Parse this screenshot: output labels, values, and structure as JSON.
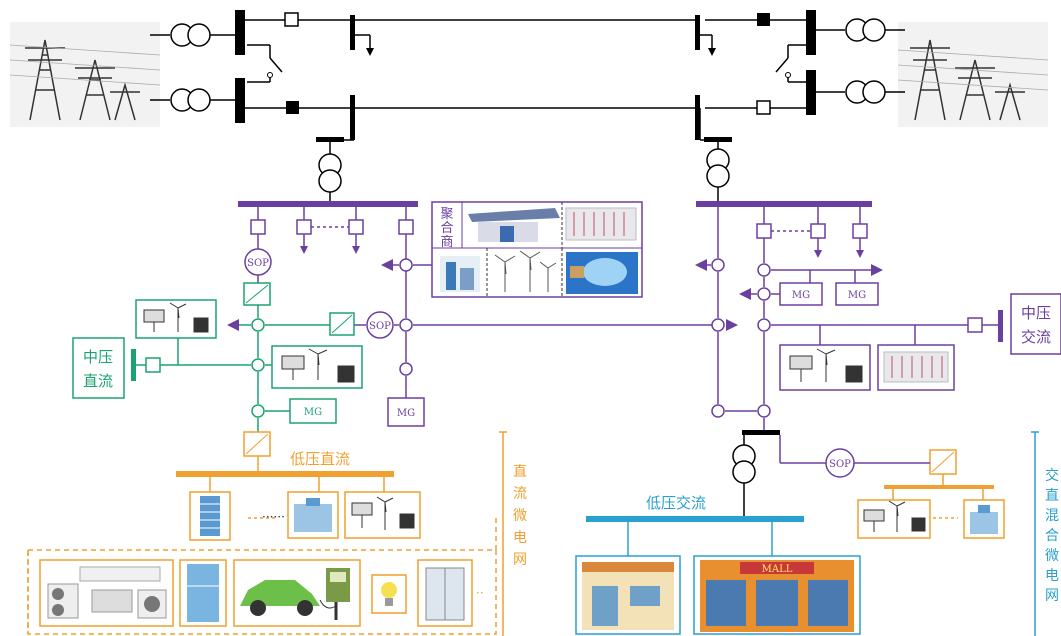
{
  "labels": {
    "aggregator": [
      "聚",
      "合",
      "商"
    ],
    "mv_dc": [
      "中压",
      "直流"
    ],
    "mv_ac": [
      "中压",
      "交流"
    ],
    "lv_dc": "低压直流",
    "lv_ac": "低压交流",
    "dc_microgrid": [
      "直",
      "流",
      "微",
      "电",
      "网"
    ],
    "hybrid_microgrid": [
      "交",
      "直",
      "混",
      "合",
      "微",
      "电",
      "网"
    ],
    "sop": "SOP",
    "mg": "MG",
    "mall_sign": "MALL"
  },
  "colors": {
    "grid": "#000000",
    "medium_voltage_ac": "#6b3fa0",
    "medium_voltage_dc": "#1aa36f",
    "low_voltage_dc": "#f0a030",
    "low_voltage_ac": "#2aa0d0",
    "dc_microgrid_dash": "#f0a030",
    "hybrid_dash": "#2aa0d0"
  },
  "icons": [
    "transmission-tower-icon",
    "transformer-icon",
    "breaker-icon",
    "load-arrow-icon",
    "converter-icon",
    "pv-wind-storage-icon",
    "building-icon",
    "air-conditioner-icon",
    "refrigerator-icon",
    "electric-car-icon",
    "charging-pile-icon",
    "lamp-icon",
    "elevator-icon",
    "shop-icon",
    "mall-icon",
    "ev-station-icon",
    "battery-cabinet-icon"
  ]
}
